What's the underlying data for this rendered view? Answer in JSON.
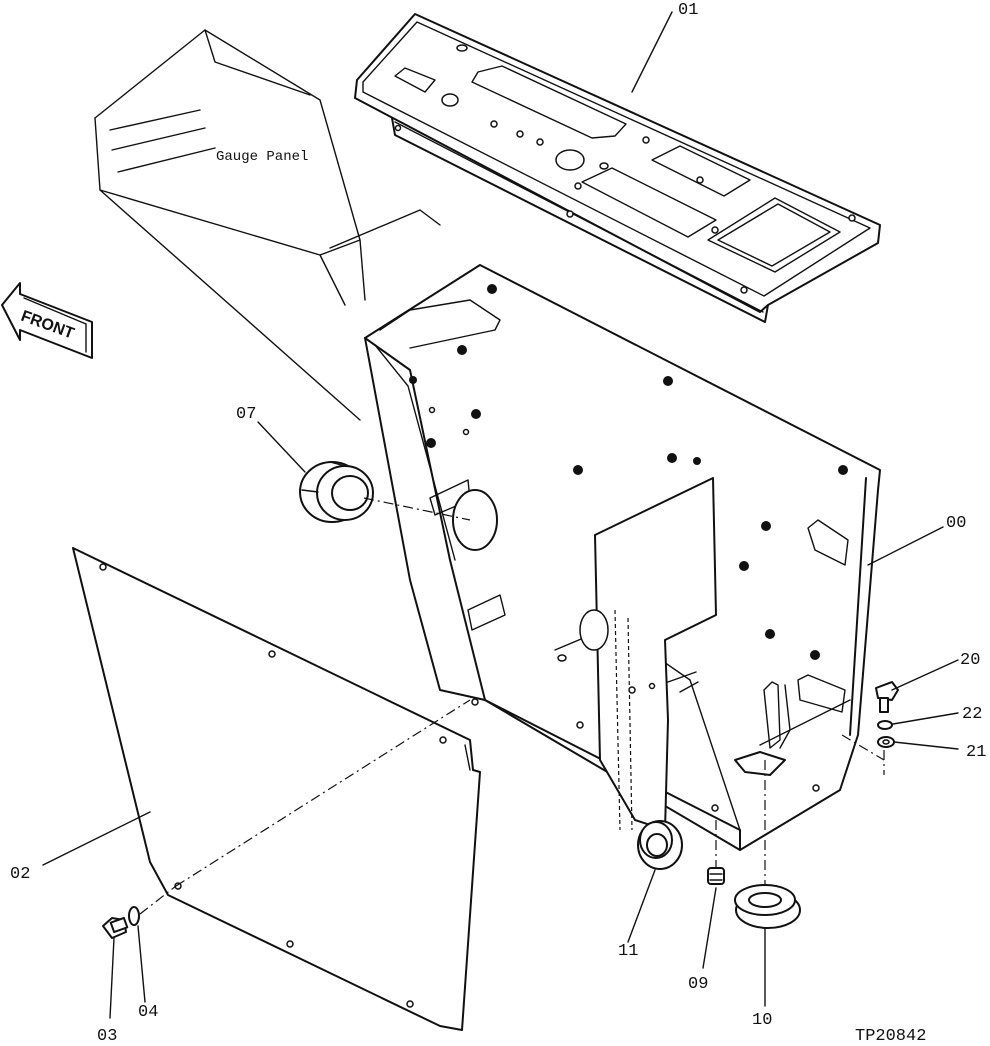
{
  "drawing_id": "TP20842",
  "front_label": "FRONT",
  "gauge_panel_label": "Gauge Panel",
  "callouts": [
    "01",
    "00",
    "07",
    "02",
    "20",
    "22",
    "21",
    "03",
    "04",
    "11",
    "09",
    "10"
  ]
}
